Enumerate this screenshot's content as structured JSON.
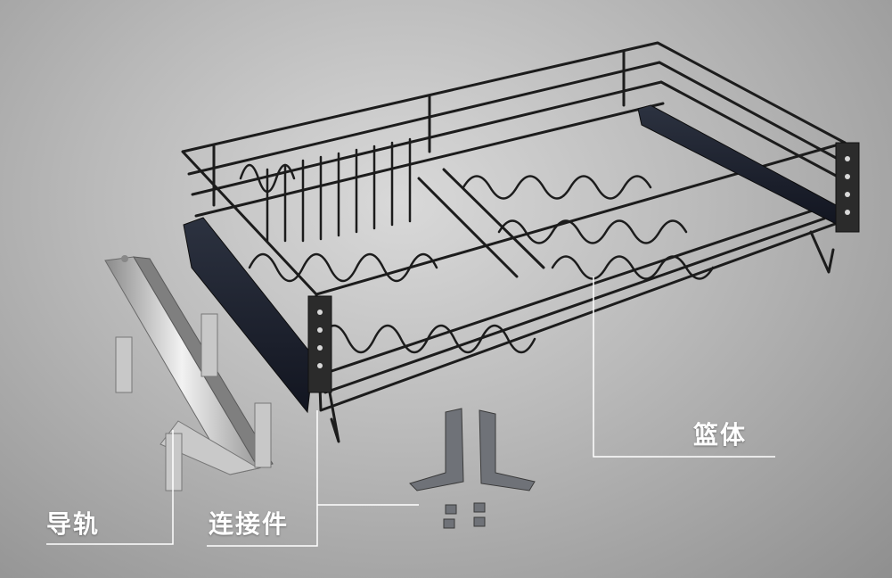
{
  "labels": {
    "rail": "导轨",
    "connector": "连接件",
    "basket": "篮体"
  },
  "colors": {
    "background": "#b9b9b9",
    "wire": "#1c1c1c",
    "callout": "#ffffff"
  }
}
